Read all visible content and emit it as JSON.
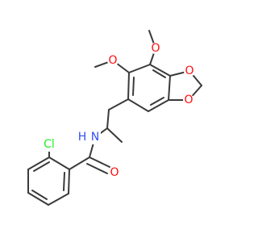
{
  "atoms": {
    "o_methoxy_top": {
      "text": "O",
      "color": "#ff0d0d"
    },
    "o_methoxy_mid": {
      "text": "O",
      "color": "#ff0d0d"
    },
    "o_dioxole_top": {
      "text": "O",
      "color": "#ff0d0d"
    },
    "o_dioxole_bottom": {
      "text": "O",
      "color": "#ff0d0d"
    },
    "nitrogen": {
      "text": "N",
      "color": "#3050f8"
    },
    "hydrogen": {
      "text": "H",
      "color": "#3050f8"
    },
    "chlorine": {
      "text": "Cl",
      "color": "#1ff01f"
    },
    "o_carbonyl": {
      "text": "O",
      "color": "#ff0d0d"
    }
  },
  "bond_color": "#3a3a3a"
}
